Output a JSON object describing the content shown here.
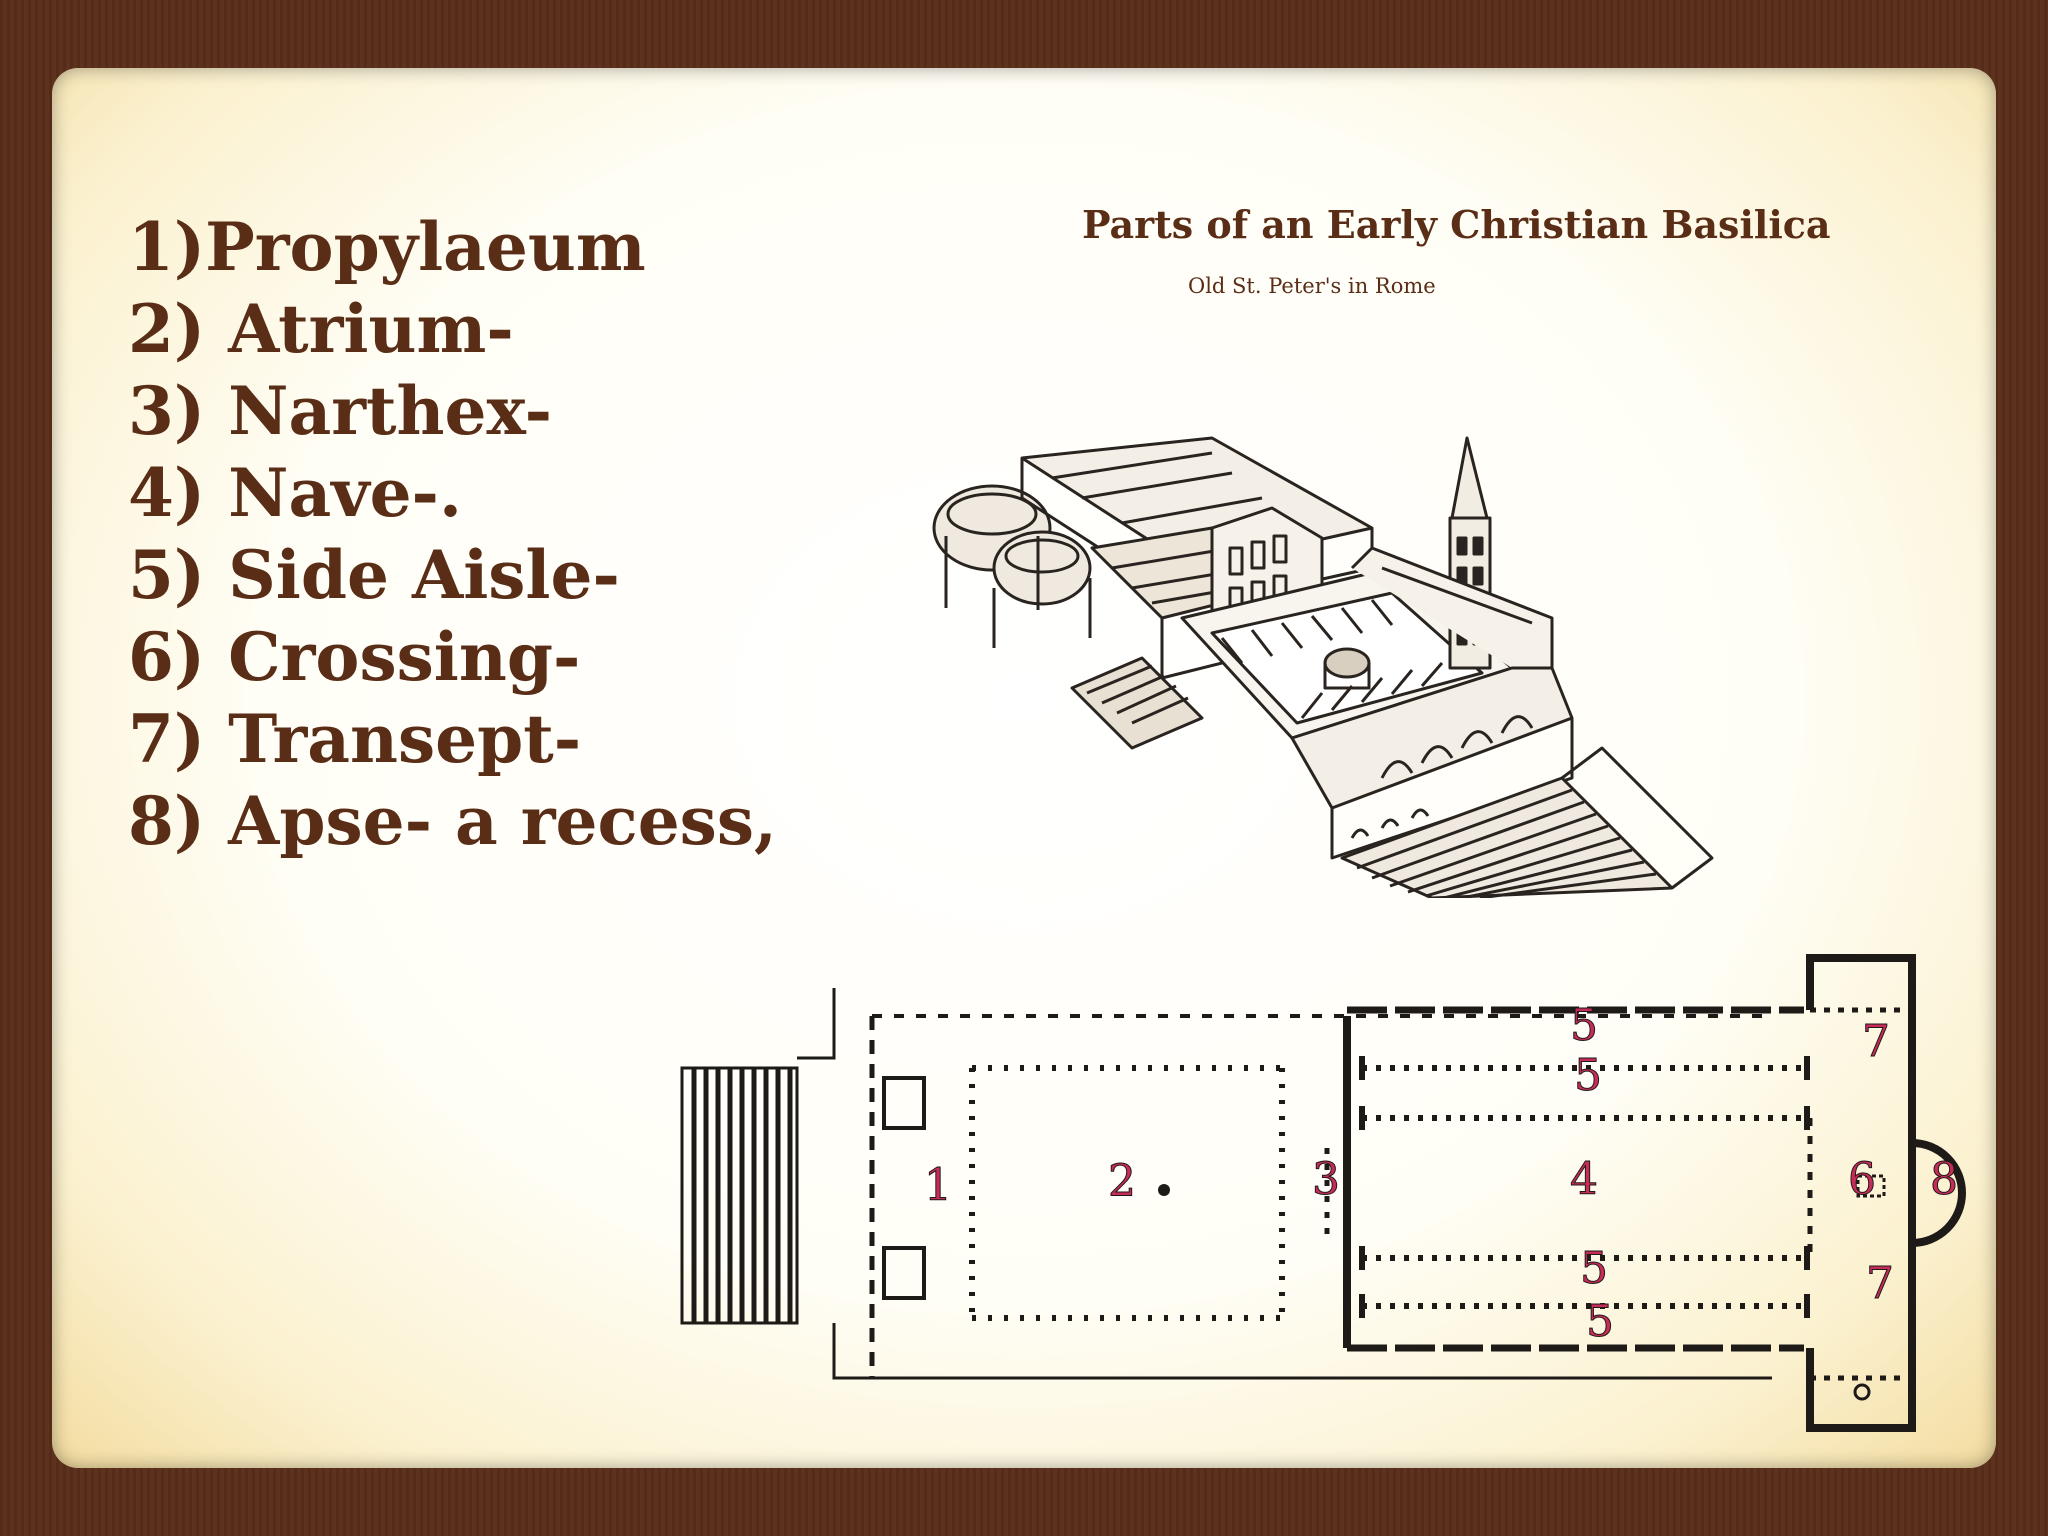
{
  "items": [
    "1)Propylaeum",
    "2) Atrium-",
    "3) Narthex-",
    "4) Nave-.",
    "5) Side Aisle-",
    "6) Crossing-",
    "7) Transept-",
    "8) Apse- a recess,"
  ],
  "figure": {
    "title": "Parts of an Early Christian Basilica",
    "subtitle": "Old St. Peter's in Rome"
  },
  "plan_labels": {
    "propylaeum": "1",
    "atrium": "2",
    "narthex": "3",
    "nave": "4",
    "aisle_top_outer": "5",
    "aisle_top_inner": "5",
    "aisle_bottom_inner": "5",
    "aisle_bottom_outer": "5",
    "crossing": "6",
    "transept_top": "7",
    "transept_bottom": "7",
    "apse": "8"
  },
  "colors": {
    "text": "#5a2d17",
    "plan_numbers": "#c72b58",
    "frame": "#5a2e1a"
  }
}
